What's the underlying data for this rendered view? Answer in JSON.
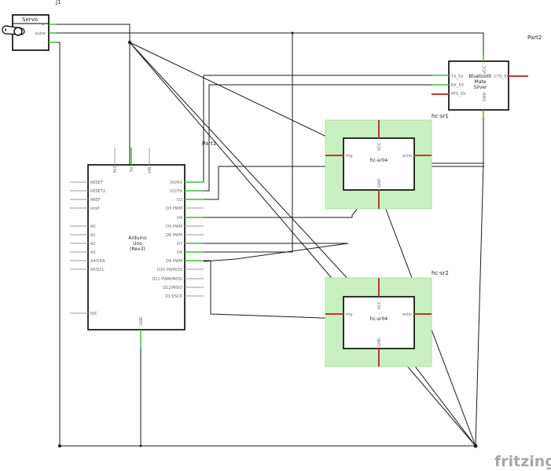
{
  "title_ref": "J1",
  "servo": {
    "label": "Servo",
    "pin_plus": "+",
    "pin_pulse": "pulse",
    "pin_minus": "-"
  },
  "bluetooth": {
    "part_label": "Part2",
    "name_line1": "Bluetooth",
    "name_line2": "Mate",
    "name_line3": "Silver",
    "pins": {
      "vcc": "VCC",
      "tx": "TX_5V",
      "rx": "RX_5V",
      "rts": "RTS_5V",
      "cts": "CTS_5V",
      "gnd": "GND"
    }
  },
  "arduino": {
    "part_label": "Part1",
    "name_line1": "Arduino",
    "name_line2": "Uno",
    "name_line3": "(Rev3)",
    "top_pins": [
      "3V3",
      "5V",
      "VIN"
    ],
    "left_pins": [
      "RESET",
      "RESET2",
      "AREF",
      "ioref",
      "A0",
      "A1",
      "A2",
      "A3",
      "A4/SDA",
      "A5/SCL",
      "N/C"
    ],
    "right_pins": [
      "D0/RX",
      "D1/TX",
      "D2",
      "D3 PWM",
      "D4",
      "D5 PWM",
      "D6 PWM",
      "D7",
      "D8",
      "D9 PWM",
      "D10 PWM/SS",
      "D11 PWM/MOSI",
      "D12/MISO",
      "D13/SCK"
    ],
    "bottom_pin": "GND"
  },
  "sonar1": {
    "label": "hc-sr1",
    "name": "hc-sr04",
    "pins": {
      "vcc": "VCC",
      "trig": "trig",
      "echo": "echo",
      "gnd": "GND"
    }
  },
  "sonar2": {
    "label": "hc-sr2",
    "name": "hc-sr04",
    "pins": {
      "vcc": "VCC",
      "trig": "trig",
      "echo": "echo",
      "gnd": "GND"
    }
  },
  "brand": "fritzing",
  "colors": {
    "module_fill": "#c9f0c0",
    "connected_pin": "#3dbb3d",
    "unconnected_pin": "#c0392b",
    "wire": "#1a1a1a"
  }
}
